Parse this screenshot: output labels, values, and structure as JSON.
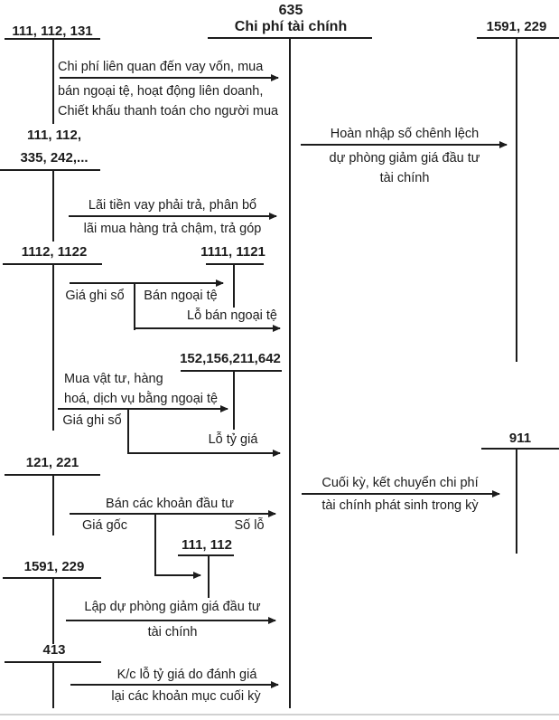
{
  "colors": {
    "ink": "#1c1c1c",
    "paper": "#ffffff",
    "scan_edge": "#c6c6c6"
  },
  "main_account": {
    "number": "635",
    "name": "Chi phí tài chính"
  },
  "accounts": {
    "payables_top": "111, 112, 131",
    "accruals_line1": "111, 112,",
    "accruals_line2": "335, 242,...",
    "fx_cash": "1112, 1122",
    "vnd_cash": "1111, 1121",
    "inventory_expense": "152,156,211,642",
    "investments": "121, 221",
    "cash_small": "111, 112",
    "provision_left": "1591, 229",
    "exchange_diff": "413",
    "provision_right": "1591, 229",
    "income_summary": "911"
  },
  "flows": {
    "borrowing_costs": {
      "line1": "Chi phí liên quan đến vay vốn, mua",
      "line2": "bán ngoại tệ, hoạt động liên doanh,",
      "line3": "Chiết khấu thanh toán cho người mua"
    },
    "loan_interest": {
      "line1": "Lãi tiền vay phải trả, phân bổ",
      "line2": "lãi mua hàng trả chậm, trả góp"
    },
    "sell_foreign_currency": {
      "book_value": "Giá ghi sổ",
      "action": "Bán ngoại tệ",
      "loss": "Lỗ bán ngoại tệ"
    },
    "buy_with_foreign_currency": {
      "line1": "Mua vật tư, hàng",
      "line2": "hoá, dịch vụ bằng ngoại tệ",
      "book_value": "Giá ghi sổ",
      "loss": "Lỗ tỷ giá"
    },
    "sell_investments": {
      "title": "Bán các khoản đầu tư",
      "cost": "Giá gốc",
      "loss": "Số lỗ"
    },
    "make_provision": {
      "line1": "Lập dự phòng giảm giá đầu tư",
      "line2": "tài chính"
    },
    "fx_revaluation": {
      "line1": "K/c lỗ tỷ giá do đánh giá",
      "line2": "lại các khoản mục cuối kỳ"
    },
    "provision_reversal": {
      "line1": "Hoàn nhập số chênh lệch",
      "line2": "dự phòng giảm giá đầu tư",
      "line3": "tài chính"
    },
    "period_end_transfer": {
      "line1": "Cuối kỳ, kết chuyển chi phí",
      "line2": "tài chính phát sinh trong kỳ"
    }
  }
}
